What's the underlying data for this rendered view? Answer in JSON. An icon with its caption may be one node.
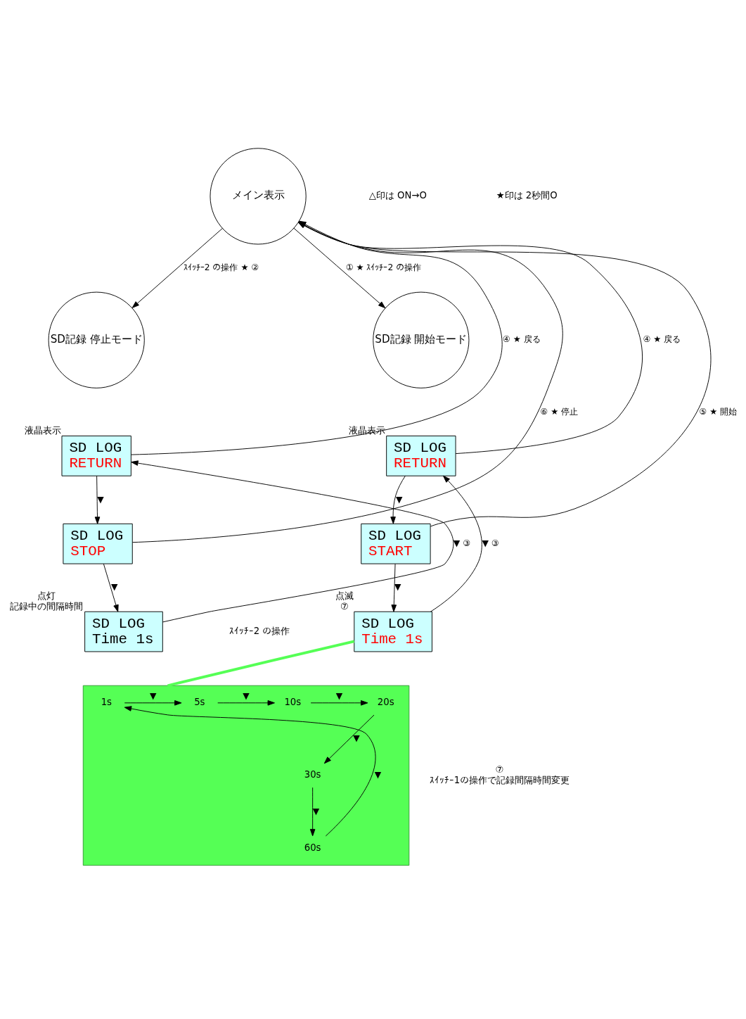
{
  "diagram": {
    "nodes": [
      {
        "text": [
          "メイン表示"
        ]
      },
      {
        "text": [
          "SD記録 停止モード"
        ]
      },
      {
        "text": [
          "SD記録 開始モード"
        ]
      },
      {
        "text": [
          "SD LOG",
          "RETURN"
        ],
        "beside": [
          "液晶表示"
        ]
      },
      {
        "text": [
          "SD LOG",
          "STOP"
        ]
      },
      {
        "text": [
          "SD LOG",
          "Time 1s"
        ],
        "beside": [
          "点灯",
          "記録中の間隔時間"
        ]
      },
      {
        "text": [
          "SD LOG",
          "RETURN"
        ],
        "beside": [
          "液晶表示"
        ]
      },
      {
        "text": [
          "SD LOG",
          "START"
        ]
      },
      {
        "text": [
          "SD LOG",
          "Time 1s"
        ],
        "beside": [
          "点滅",
          "⑦"
        ]
      },
      {
        "text": [],
        "shape": "box",
        "beside": [
          "⑦",
          "ｽｲｯﾁｰ1の操作で記録間隔時間変更"
        ]
      },
      {
        "text": [
          "1s"
        ],
        "in": 9
      },
      {
        "text": [
          "5s"
        ],
        "in": 9
      },
      {
        "text": [
          "10s"
        ],
        "in": 9
      },
      {
        "text": [
          "20s"
        ],
        "in": 9
      },
      {
        "text": [
          "30s"
        ],
        "in": 9
      },
      {
        "text": [
          "60s"
        ],
        "in": 9
      }
    ],
    "edges": [
      {
        "from": 0,
        "to": 1,
        "arrow": "to",
        "label": "ｽｲｯﾁｰ2 の操作 ★ ②"
      },
      {
        "from": 0,
        "to": 2,
        "arrow": "to",
        "label": "① ★ ｽｲｯﾁｰ2 の操作"
      },
      {
        "from": 3,
        "to": 0,
        "arrow": "to",
        "label": "④ ★ 戻る"
      },
      {
        "from": 6,
        "to": 0,
        "arrow": "to",
        "label": "④ ★ 戻る"
      },
      {
        "from": 4,
        "to": 0,
        "arrow": "to",
        "label": "⑥ ★ 停止"
      },
      {
        "from": 7,
        "to": 0,
        "arrow": "to",
        "label": "⑤ ★ 開始"
      },
      {
        "from": 3,
        "to": 4,
        "arrow": "to",
        "label": "▼"
      },
      {
        "from": 4,
        "to": 5,
        "arrow": "to",
        "label": "▼"
      },
      {
        "from": 5,
        "to": 3,
        "arrow": "to",
        "label": "▼ ③"
      },
      {
        "from": 6,
        "to": 7,
        "arrow": "to",
        "label": "▼"
      },
      {
        "from": 7,
        "to": 8,
        "arrow": "to",
        "label": "▼"
      },
      {
        "from": 8,
        "to": 6,
        "arrow": "to",
        "label": "▼ ③"
      },
      {
        "from": 8,
        "to": 9,
        "arrow": "none",
        "style": "thick",
        "color": "#55ff55"
      },
      {
        "from": 10,
        "to": 11,
        "arrow": "to",
        "label": "▼"
      },
      {
        "from": 11,
        "to": 12,
        "arrow": "to",
        "label": "▼"
      },
      {
        "from": 12,
        "to": 13,
        "arrow": "to",
        "label": "▼"
      },
      {
        "from": 13,
        "to": 14,
        "arrow": "to",
        "label": "▼"
      },
      {
        "from": 14,
        "to": 15,
        "arrow": "to",
        "label": "▼"
      },
      {
        "from": 15,
        "to": 10,
        "arrow": "to",
        "label": "▼"
      }
    ],
    "labels": [
      "△印は ON→O",
      "★印は 2秒間O",
      "ｽｲｯﾁｰ2 の操作"
    ]
  }
}
